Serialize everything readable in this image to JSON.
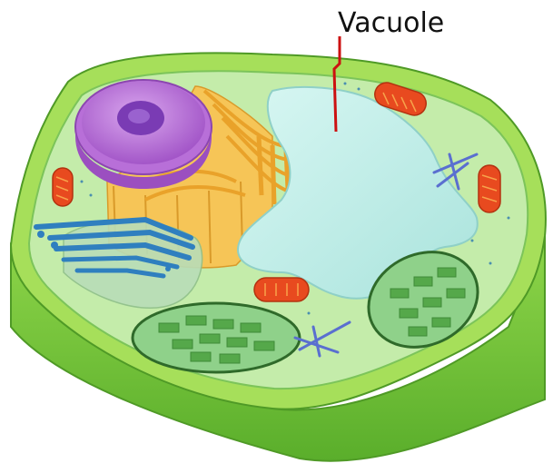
{
  "labels": {
    "vacuole": "Vacuole"
  },
  "colors": {
    "cell_wall_top": "#a6df5a",
    "cell_wall_side": "#6cc03a",
    "cytoplasm": "#bfe9a2",
    "nucleus": "#b56bd6",
    "nucleolus": "#6f2fa6",
    "golgi": "#f2b23a",
    "er": "#2f7fbf",
    "vacuole": "#bfeee8",
    "mitochondria": "#e84a1f",
    "chloroplast": "#55a84a",
    "microtubule": "#5a6fd0",
    "pointer_line": "#cc1111"
  },
  "organelles": [
    "nucleus",
    "golgi-apparatus",
    "endoplasmic-reticulum",
    "vacuole",
    "mitochondrion",
    "chloroplast",
    "cytoskeleton"
  ]
}
